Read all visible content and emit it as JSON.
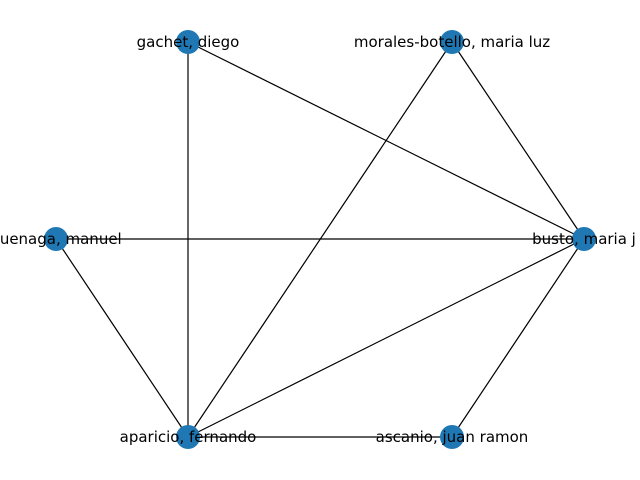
{
  "diagram": {
    "type": "network-graph",
    "node_color": "#1f77b4",
    "edge_color": "#000000",
    "nodes": [
      {
        "id": "gachet",
        "label": "gachet, diego"
      },
      {
        "id": "morales",
        "label": "morales-botello, maria luz"
      },
      {
        "id": "buenaga",
        "label": "buenaga, manuel"
      },
      {
        "id": "busto",
        "label": "busto, maria j"
      },
      {
        "id": "aparicio",
        "label": "aparicio, fernando"
      },
      {
        "id": "ascanio",
        "label": "ascanio, juan ramon"
      }
    ],
    "edges": [
      [
        "gachet",
        "aparicio"
      ],
      [
        "gachet",
        "busto"
      ],
      [
        "morales",
        "aparicio"
      ],
      [
        "morales",
        "busto"
      ],
      [
        "buenaga",
        "busto"
      ],
      [
        "buenaga",
        "aparicio"
      ],
      [
        "busto",
        "aparicio"
      ],
      [
        "busto",
        "ascanio"
      ],
      [
        "aparicio",
        "ascanio"
      ]
    ]
  }
}
